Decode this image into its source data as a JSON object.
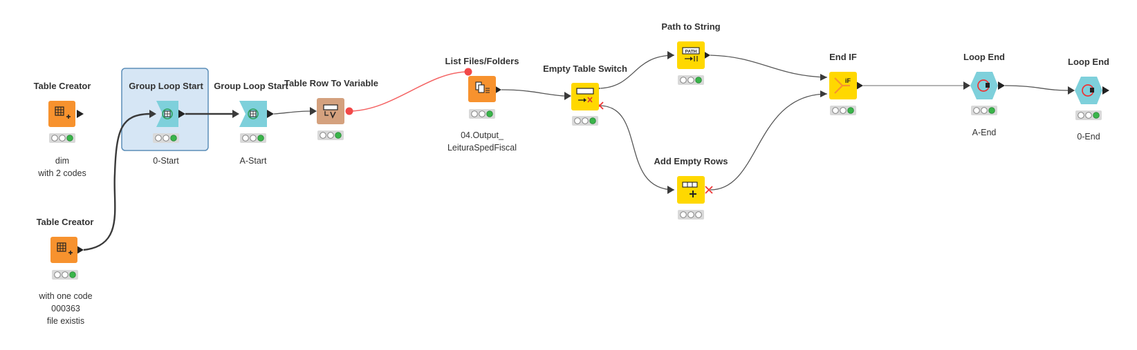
{
  "colors": {
    "source": "#F7922E",
    "loop": "#7ED0DB",
    "manipulator": "#FFD800",
    "flow_variable": "#D4A17E",
    "connection": "#3A3A3A",
    "flow_variable_connection": "#F46464",
    "selection": "#5B8DB8",
    "status_green": "#3AB54A"
  },
  "nodes": {
    "table_creator_1": {
      "title": "Table Creator",
      "label": [
        "dim",
        "with 2 codes"
      ],
      "icon": "table-creator-icon",
      "status": "executed"
    },
    "table_creator_2": {
      "title": "Table Creator",
      "label": [
        "with one code",
        "000363",
        "file existis"
      ],
      "icon": "table-creator-icon",
      "status": "executed"
    },
    "group_loop_start_1": {
      "title": "Group Loop Start",
      "label": [
        "0-Start"
      ],
      "icon": "group-loop-start-icon",
      "status": "executed",
      "selected": true
    },
    "group_loop_start_2": {
      "title": "Group Loop Start",
      "label": [
        "A-Start"
      ],
      "icon": "group-loop-start-icon",
      "status": "executed"
    },
    "table_row_to_variable": {
      "title": "Table Row To Variable",
      "label": [],
      "icon": "row-to-variable-icon",
      "status": "executed"
    },
    "list_files_folders": {
      "title": "List Files/Folders",
      "label": [
        "04.Output_",
        "LeituraSpedFiscal"
      ],
      "icon": "list-files-icon",
      "status": "executed"
    },
    "empty_table_switch": {
      "title": "Empty Table Switch",
      "label": [],
      "icon": "empty-table-switch-icon",
      "status": "executed"
    },
    "path_to_string": {
      "title": "Path to String",
      "label": [],
      "icon": "path-to-string-icon",
      "status": "executed"
    },
    "add_empty_rows": {
      "title": "Add Empty Rows",
      "label": [],
      "icon": "add-empty-rows-icon",
      "status": "idle"
    },
    "end_if": {
      "title": "End IF",
      "label": [],
      "icon": "end-if-icon",
      "status": "executed"
    },
    "loop_end_1": {
      "title": "Loop End",
      "label": [
        "A-End"
      ],
      "icon": "loop-end-icon",
      "status": "executed"
    },
    "loop_end_2": {
      "title": "Loop End",
      "label": [
        "0-End"
      ],
      "icon": "loop-end-icon",
      "status": "executed"
    }
  }
}
